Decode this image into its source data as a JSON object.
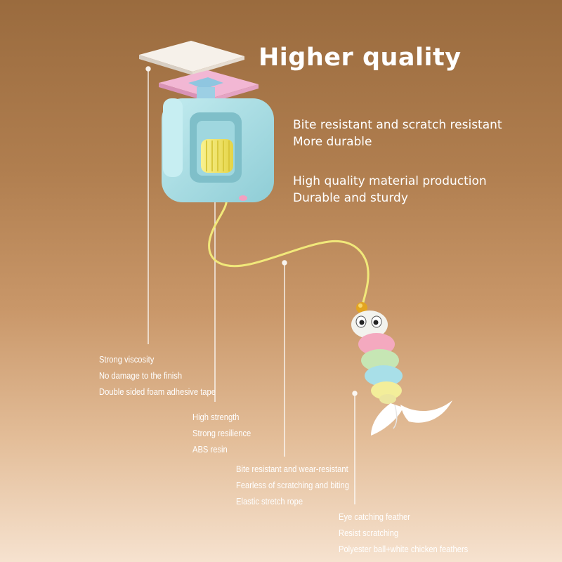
{
  "headline": "Higher quality",
  "features": [
    {
      "lines": [
        "Bite resistant and scratch resistant",
        "More durable"
      ]
    },
    {
      "lines": [
        "High quality material production",
        "Durable and sturdy"
      ]
    }
  ],
  "callouts": [
    {
      "lines": [
        "Strong viscosity",
        "No damage to the finish",
        "Double sided foam adhesive tape"
      ]
    },
    {
      "lines": [
        "High strength",
        "Strong resilience",
        "ABS resin"
      ]
    },
    {
      "lines": [
        "Bite resistant and wear-resistant",
        "Fearless of scratching and biting",
        "Elastic stretch rope"
      ]
    },
    {
      "lines": [
        "Eye catching feather",
        "Resist scratching",
        "Polyester ball+white chicken feathers"
      ]
    }
  ],
  "colors": {
    "background_top": "#9a6b3e",
    "background_bottom": "#f6e2cf",
    "mount_pad": "#f3ede4",
    "pink_plate": "#f2b7d4",
    "housing": "#a9dde4",
    "spring": "#f5ea6a",
    "rope": "#f1e87a",
    "leader_line": "#ffffff"
  }
}
